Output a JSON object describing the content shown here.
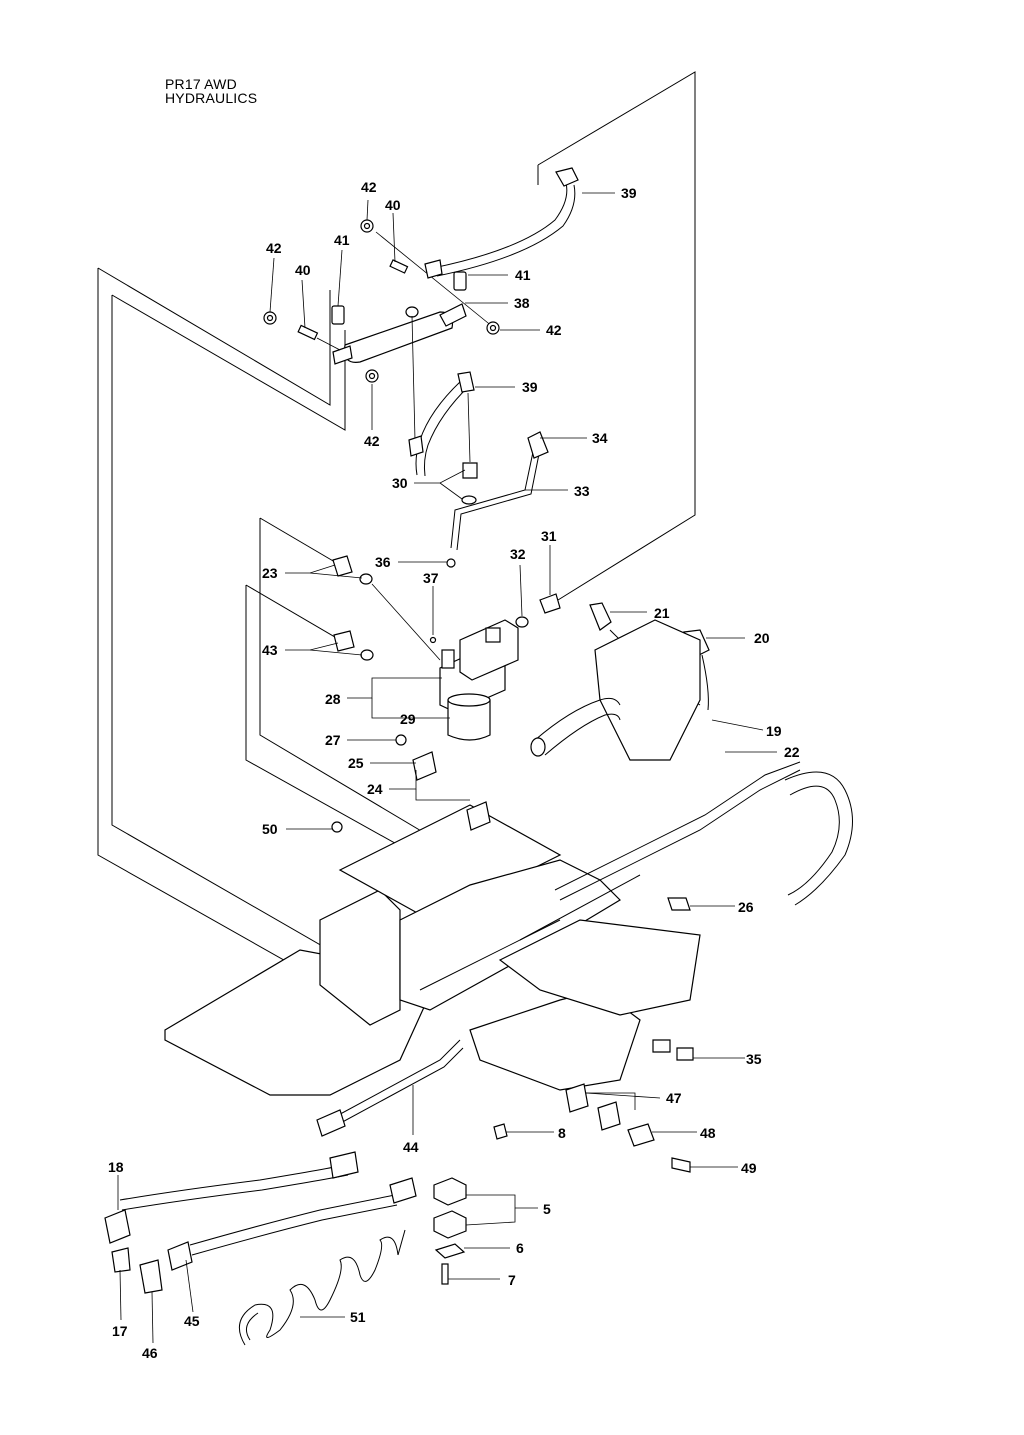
{
  "title": {
    "line1": "PR17 AWD",
    "line2": "HYDRAULICS"
  },
  "callouts": [
    {
      "id": "42a",
      "label": "42"
    },
    {
      "id": "40a",
      "label": "40"
    },
    {
      "id": "39a",
      "label": "39"
    },
    {
      "id": "42b",
      "label": "42"
    },
    {
      "id": "41a",
      "label": "41"
    },
    {
      "id": "40b",
      "label": "40"
    },
    {
      "id": "41b",
      "label": "41"
    },
    {
      "id": "38",
      "label": "38"
    },
    {
      "id": "42c",
      "label": "42"
    },
    {
      "id": "39b",
      "label": "39"
    },
    {
      "id": "42d",
      "label": "42"
    },
    {
      "id": "34",
      "label": "34"
    },
    {
      "id": "30",
      "label": "30"
    },
    {
      "id": "33",
      "label": "33"
    },
    {
      "id": "31",
      "label": "31"
    },
    {
      "id": "36",
      "label": "36"
    },
    {
      "id": "32",
      "label": "32"
    },
    {
      "id": "23",
      "label": "23"
    },
    {
      "id": "37",
      "label": "37"
    },
    {
      "id": "21",
      "label": "21"
    },
    {
      "id": "20",
      "label": "20"
    },
    {
      "id": "43",
      "label": "43"
    },
    {
      "id": "28",
      "label": "28"
    },
    {
      "id": "19",
      "label": "19"
    },
    {
      "id": "29",
      "label": "29"
    },
    {
      "id": "22",
      "label": "22"
    },
    {
      "id": "27",
      "label": "27"
    },
    {
      "id": "25",
      "label": "25"
    },
    {
      "id": "24",
      "label": "24"
    },
    {
      "id": "50",
      "label": "50"
    },
    {
      "id": "26",
      "label": "26"
    },
    {
      "id": "35",
      "label": "35"
    },
    {
      "id": "47",
      "label": "47"
    },
    {
      "id": "8",
      "label": "8"
    },
    {
      "id": "48",
      "label": "48"
    },
    {
      "id": "44",
      "label": "44"
    },
    {
      "id": "49",
      "label": "49"
    },
    {
      "id": "18",
      "label": "18"
    },
    {
      "id": "5",
      "label": "5"
    },
    {
      "id": "6",
      "label": "6"
    },
    {
      "id": "7",
      "label": "7"
    },
    {
      "id": "51",
      "label": "51"
    },
    {
      "id": "17",
      "label": "17"
    },
    {
      "id": "45",
      "label": "45"
    },
    {
      "id": "46",
      "label": "46"
    }
  ]
}
